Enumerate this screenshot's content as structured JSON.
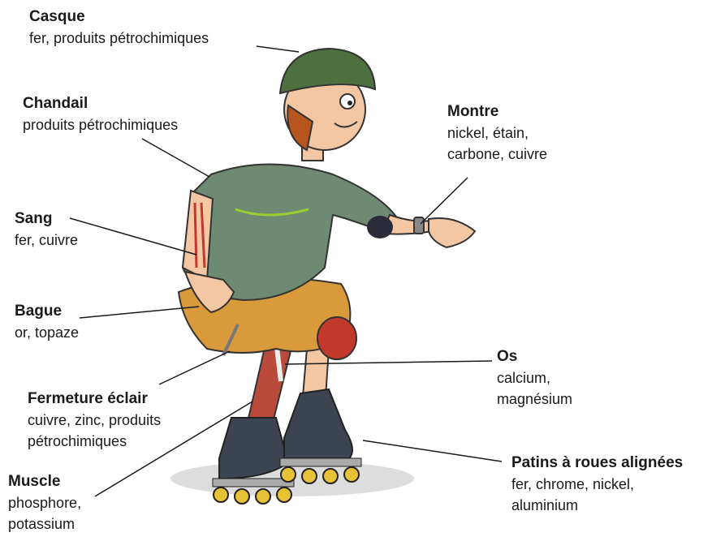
{
  "labels": {
    "casque": {
      "title": "Casque",
      "materials": [
        "fer, produits pétrochimiques"
      ]
    },
    "chandail": {
      "title": "Chandail",
      "materials": [
        "produits pétrochimiques"
      ]
    },
    "montre": {
      "title": "Montre",
      "materials": [
        "nickel, étain,",
        "carbone, cuivre"
      ]
    },
    "sang": {
      "title": "Sang",
      "materials": [
        "fer, cuivre"
      ]
    },
    "bague": {
      "title": "Bague",
      "materials": [
        "or, topaze"
      ]
    },
    "os": {
      "title": "Os",
      "materials": [
        "calcium,",
        "magnésium"
      ]
    },
    "fermeture": {
      "title": "Fermeture éclair",
      "materials": [
        "cuivre, zinc, produits",
        "pétrochimiques"
      ]
    },
    "muscle": {
      "title": "Muscle",
      "materials": [
        "phosphore,",
        "potassium"
      ]
    },
    "patins": {
      "title": "Patins à roues alignées",
      "materials": [
        "fer, chrome, nickel,",
        "aluminium"
      ]
    }
  },
  "colors": {
    "helmet": "#4e6f3e",
    "shirt": "#6f8a72",
    "shorts": "#d99a3c",
    "skin": "#f3c7a3",
    "hair": "#b8541d",
    "kneepad": "#c0392b",
    "skate": "#3c4452",
    "wheel": "#e7c236",
    "line": "#1a1a1a"
  }
}
